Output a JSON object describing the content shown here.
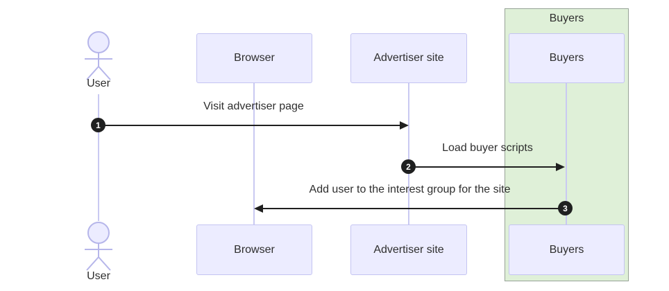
{
  "diagram": {
    "type": "sequence",
    "actor": {
      "label": "User"
    },
    "participants": [
      {
        "label": "Browser"
      },
      {
        "label": "Advertiser site"
      },
      {
        "label": "Buyers"
      }
    ],
    "group": {
      "label": "Buyers"
    },
    "messages": [
      {
        "num": "1",
        "text": "Visit advertiser page",
        "from": "User",
        "to": "Advertiser site",
        "direction": "right"
      },
      {
        "num": "2",
        "text": "Load buyer scripts",
        "from": "Advertiser site",
        "to": "Buyers",
        "direction": "right"
      },
      {
        "num": "3",
        "text": "Add user to the interest group for the site",
        "from": "Buyers",
        "to": "Browser",
        "direction": "left"
      }
    ],
    "colors": {
      "participant_fill": "#ECECFF",
      "participant_border": "#c4c4f2",
      "lifeline": "#c9c9f2",
      "actor_stroke": "#b6b6ea",
      "group_fill": "#dff0d8",
      "group_border": "#96a296",
      "arrow": "#1f1f1f",
      "badge_fill": "#1f2020",
      "badge_text": "#ffffff",
      "text": "#2e2e2e"
    }
  }
}
